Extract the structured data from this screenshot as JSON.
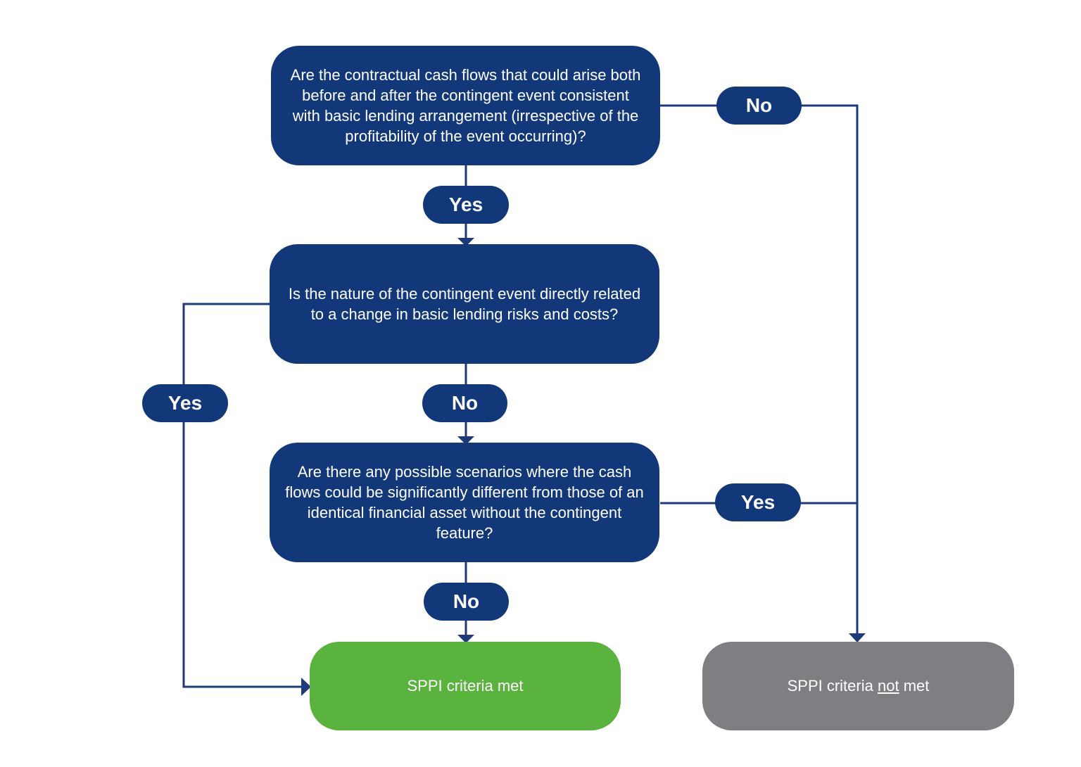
{
  "colors": {
    "question_box": "#12387a",
    "connector": "#1f3a79",
    "criteria_met": "#5ab23f",
    "criteria_not_met": "#7d7f82",
    "text": "#ffffff"
  },
  "nodes": {
    "q1": "Are the contractual cash flows that could arise both before and after the contingent event consistent with basic lending arrangement (irrespective of the profitability of the event occurring)?",
    "q2": "Is the nature of the contingent event directly related to a change in basic lending risks and costs?",
    "q3": "Are there any possible scenarios where the cash flows could be significantly different from those of an identical financial asset without the contingent feature?",
    "outcome_met": "SPPI criteria met",
    "outcome_not_met": {
      "prefix": "SPPI criteria",
      "emphasis": "not",
      "suffix": "met"
    }
  },
  "edges": {
    "q1_yes": "Yes",
    "q1_no": "No",
    "q2_yes": "Yes",
    "q2_no": "No",
    "q3_yes": "Yes",
    "q3_no": "No"
  }
}
